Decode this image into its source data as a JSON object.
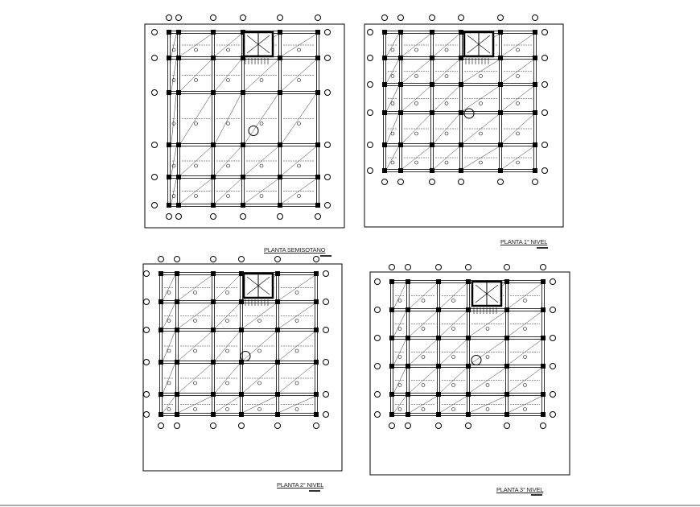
{
  "sheets": [
    {
      "title": "PLANTA SEMISOTANO"
    },
    {
      "title": "PLANTA 1° NIVEL"
    },
    {
      "title": "PLANTA 2° NIVEL"
    },
    {
      "title": "PLANTA 3° NIVEL"
    }
  ],
  "colors": {
    "line": "#000000",
    "background": "#ffffff"
  }
}
